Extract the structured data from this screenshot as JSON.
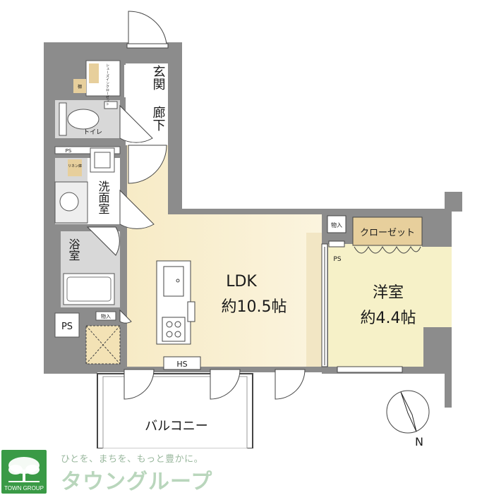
{
  "rooms": {
    "ldk": {
      "name": "LDK",
      "area": "約10.5帖"
    },
    "western": {
      "name": "洋室",
      "area": "約4.4帖"
    },
    "entrance": "玄関",
    "corridor": "廊下",
    "washroom": "洗面室",
    "bathroom": "浴室",
    "toilet": "トイレ",
    "balcony": "バルコニー"
  },
  "labels": {
    "ps_left": "PS",
    "ps_small": "PS",
    "ps_right": "PS",
    "hs": "HS",
    "closet": "クローゼット",
    "storage_right": "物入",
    "storage_left": "物入",
    "shoe_closet": "シューズインクローゼット",
    "shoe_box": "棚",
    "linen": "リネン庫"
  },
  "compass": {
    "north": "N"
  },
  "branding": {
    "tagline": "ひとを、まちを、もっと豊かに。",
    "brand": "タウングループ",
    "logo_text": "TOWN GROUP"
  },
  "colors": {
    "wall": "#8c8c8c",
    "floor": "#f7ebc6",
    "wet": "#d8d8d8",
    "white": "#ffffff",
    "brand_green": "#3a9a46"
  }
}
